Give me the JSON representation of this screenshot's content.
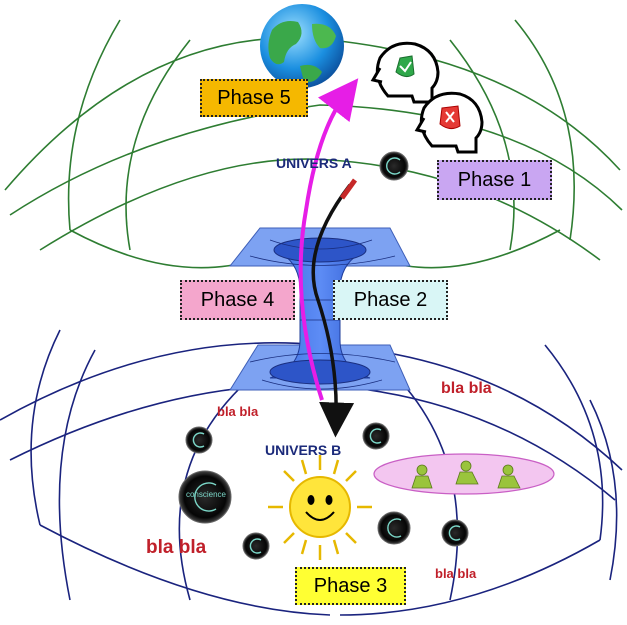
{
  "phases": {
    "phase5": {
      "label": "Phase 5",
      "color": "#f5b800"
    },
    "phase1": {
      "label": "Phase 1",
      "color": "#c9a6f2"
    },
    "phase4": {
      "label": "Phase 4",
      "color": "#f4a6cc"
    },
    "phase2": {
      "label": "Phase 2",
      "color": "#d9f6f6"
    },
    "phase3": {
      "label": "Phase 3",
      "color": "#ffff33"
    }
  },
  "universes": {
    "a": "UNIVERS A",
    "b": "UNIVERS B"
  },
  "bla": {
    "upper_left": "bla bla",
    "upper_right": "bla bla",
    "lower_left": "bla bla",
    "lower_right": "bla bla"
  },
  "conscience_badge": "conscience",
  "icons": [
    "earth-globe-icon",
    "head-check-icon",
    "head-cross-icon",
    "sun-face-icon",
    "conscience-badge-icon",
    "wormhole-funnel-icon"
  ],
  "colors": {
    "upper_universe_lines": "#2e7d32",
    "lower_universe_lines": "#1a237e",
    "funnel": "#6f8ff0",
    "magenta_arrow": "#e61ee6",
    "black_arrow": "#111111",
    "highlight_ellipse": "#f3c6f0"
  }
}
